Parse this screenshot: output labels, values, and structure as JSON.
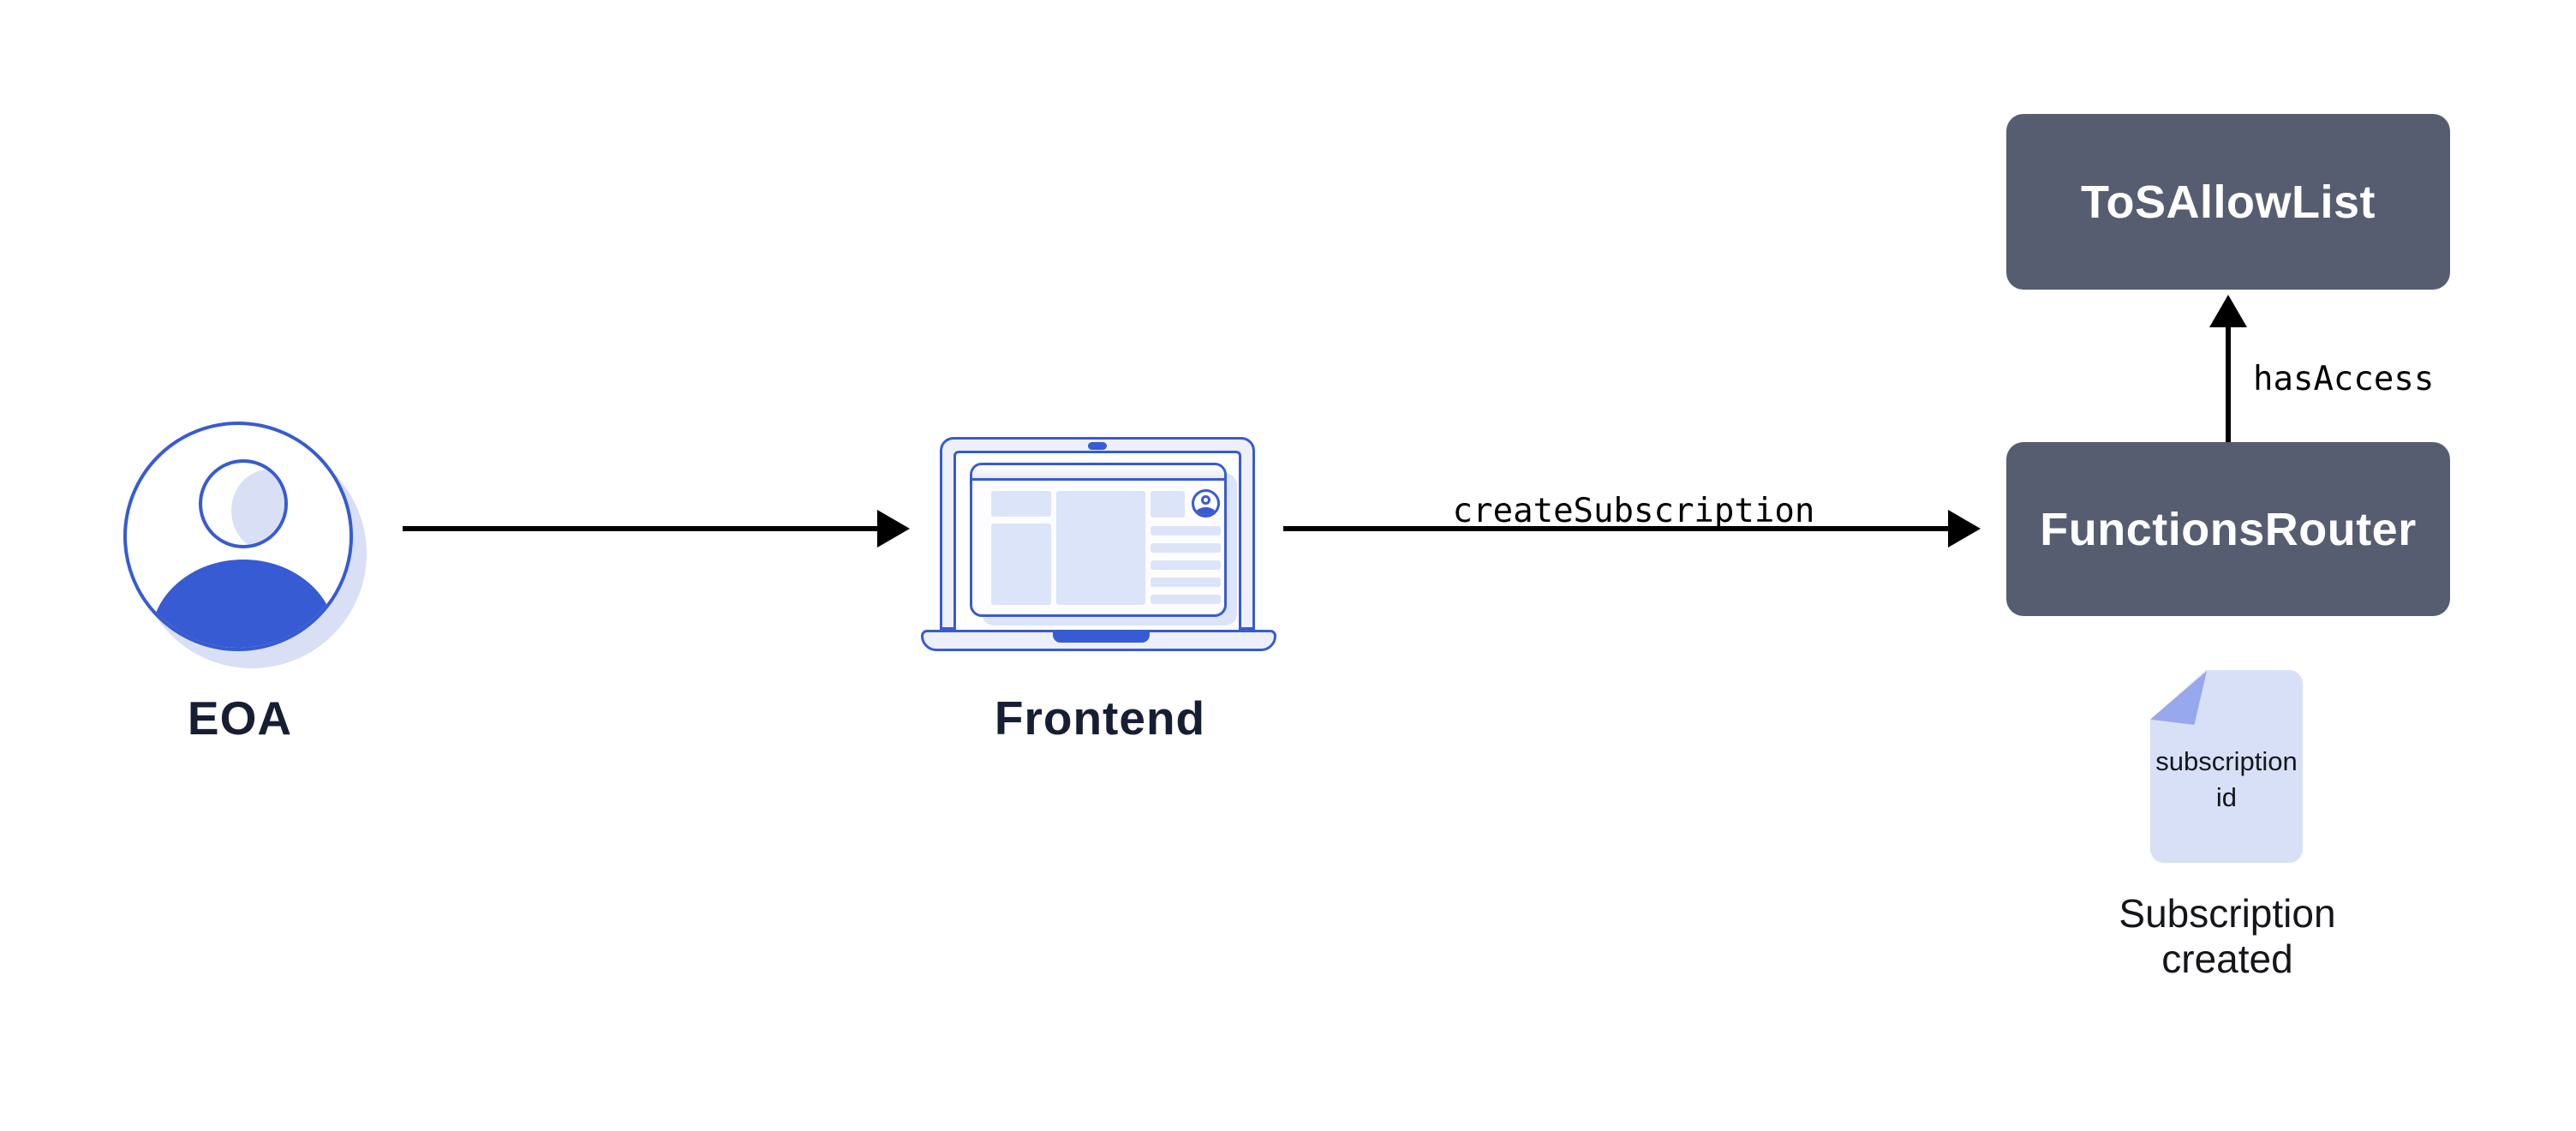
{
  "diagram": {
    "background": "#ffffff",
    "colors": {
      "accent_blue": "#375BD2",
      "light_lavender": "#DCE4F9",
      "panel_fill": "#EDF0FB",
      "soft_shadow": "#D9E0F5",
      "contract_box": "#575D70",
      "contract_box_text": "#FFFFFF",
      "node_label_text": "#171E34",
      "arrow": "#000000",
      "doc_body": "#D8E0F8",
      "doc_fold": "#97A8EC"
    },
    "nodes": {
      "eoa": {
        "label": "EOA"
      },
      "frontend": {
        "label": "Frontend"
      },
      "tos_allow_list": {
        "label": "ToSAllowList"
      },
      "functions_router": {
        "label": "FunctionsRouter"
      },
      "subscription_doc": {
        "doc_line1": "subscription",
        "doc_line2": "id",
        "caption_line1": "Subscription",
        "caption_line2": "created"
      }
    },
    "edges": {
      "frontend_to_router": {
        "label": "createSubscription"
      },
      "router_to_allowlist": {
        "label": "hasAccess"
      }
    }
  }
}
